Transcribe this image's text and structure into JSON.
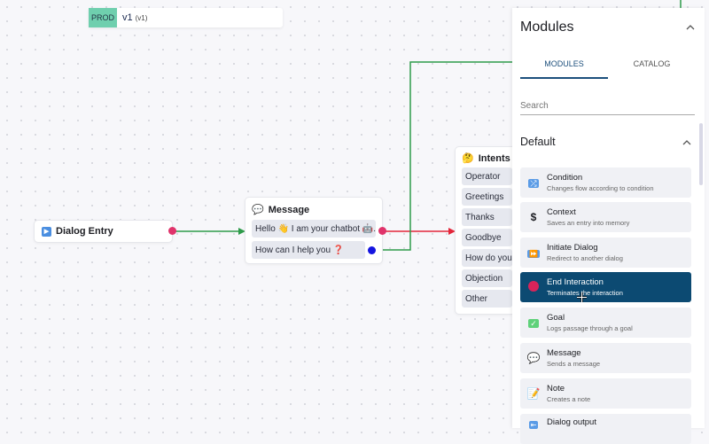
{
  "version": {
    "env": "PROD",
    "name": "v1",
    "sub": "(v1)"
  },
  "nodes": {
    "entry": {
      "title": "Dialog Entry",
      "icon": "play-icon"
    },
    "message": {
      "title": "Message",
      "icon": "speech-bubble-icon",
      "items": [
        "Hello 👋 I am your chatbot 🤖...",
        "How can I help you ❓"
      ]
    },
    "intents": {
      "title": "Intents",
      "icon": "thinking-face-icon",
      "items": [
        "Operator",
        "Greetings",
        "Thanks",
        "Goodbye",
        "How do you",
        "Objection",
        "Other"
      ]
    }
  },
  "panel": {
    "title": "Modules",
    "tabs": [
      {
        "label": "MODULES",
        "active": true
      },
      {
        "label": "CATALOG",
        "active": false
      }
    ],
    "search_placeholder": "Search",
    "section": "Default",
    "modules": [
      {
        "title": "Condition",
        "desc": "Changes flow according to condition",
        "icon": "shuffle-icon"
      },
      {
        "title": "Context",
        "desc": "Saves an entry into memory",
        "icon": "dollar-icon"
      },
      {
        "title": "Initiate Dialog",
        "desc": "Redirect to another dialog",
        "icon": "fast-forward-icon"
      },
      {
        "title": "End Interaction",
        "desc": "Terminates the interaction",
        "icon": "red-circle-icon",
        "selected": true
      },
      {
        "title": "Goal",
        "desc": "Logs passage through a goal",
        "icon": "check-icon"
      },
      {
        "title": "Message",
        "desc": "Sends a message",
        "icon": "speech-bubble-icon"
      },
      {
        "title": "Note",
        "desc": "Creates a note",
        "icon": "memo-icon"
      },
      {
        "title": "Dialog output",
        "desc": "",
        "icon": "output-icon"
      }
    ]
  },
  "colors": {
    "accent": "#0c4a72",
    "prod": "#6fcfae",
    "edge_green": "#2e9b4a",
    "edge_red": "#e3263a"
  }
}
